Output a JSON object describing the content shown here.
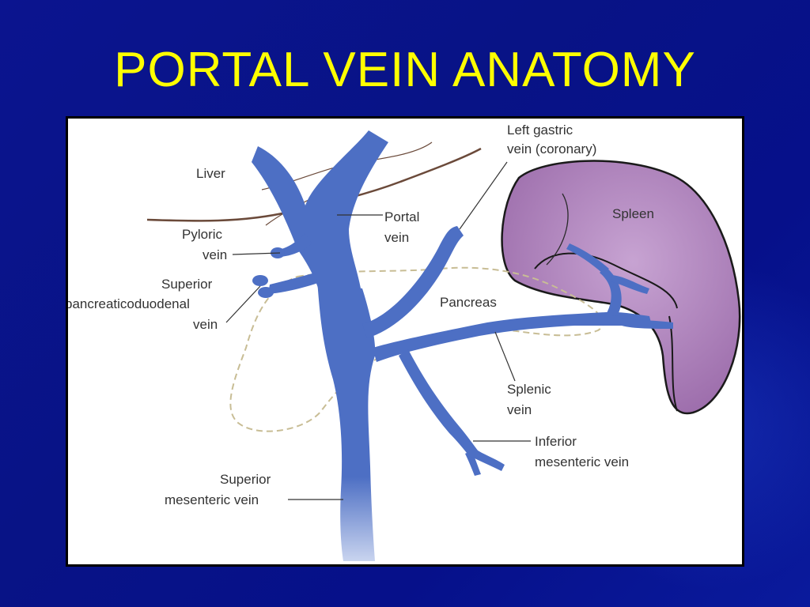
{
  "slide": {
    "title": "PORTAL VEIN ANATOMY",
    "background_color": "#0a0f8a",
    "title_color": "#ffff00"
  },
  "diagram": {
    "labels": {
      "liver": "Liver",
      "pyloric_1": "Pyloric",
      "pyloric_2": "vein",
      "spd_1": "Superior",
      "spd_2": "pancreaticoduodenal",
      "spd_3": "vein",
      "portal_1": "Portal",
      "portal_2": "vein",
      "left_gastric_1": "Left gastric",
      "left_gastric_2": "vein (coronary)",
      "spleen": "Spleen",
      "pancreas": "Pancreas",
      "splenic_1": "Splenic",
      "splenic_2": "vein",
      "ime_1": "Inferior",
      "ime_2": "mesenteric vein",
      "sme_1": "Superior",
      "sme_2": "mesenteric vein"
    },
    "colors": {
      "vein": "#4d6fc4",
      "spleen": "#a57ab3",
      "pancreas_outline": "#c8bd95"
    }
  }
}
